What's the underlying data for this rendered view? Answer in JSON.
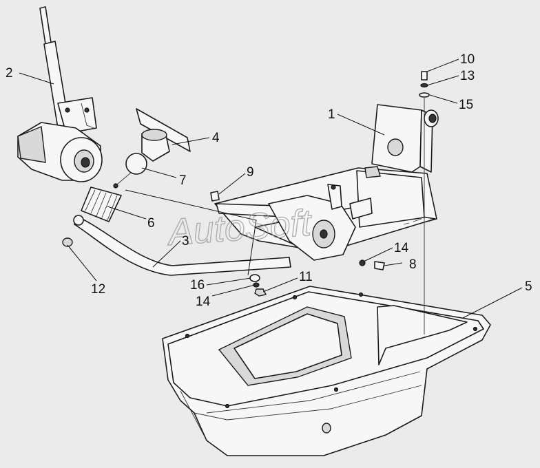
{
  "watermark": "AutoSoft",
  "callouts": [
    "1",
    "2",
    "3",
    "4",
    "5",
    "6",
    "7",
    "8",
    "9",
    "10",
    "11",
    "12",
    "13",
    "14",
    "14",
    "15",
    "16"
  ],
  "colors": {
    "background": "#ebebeb",
    "line": "#1a1a1a",
    "fill": "#f7f7f7"
  }
}
